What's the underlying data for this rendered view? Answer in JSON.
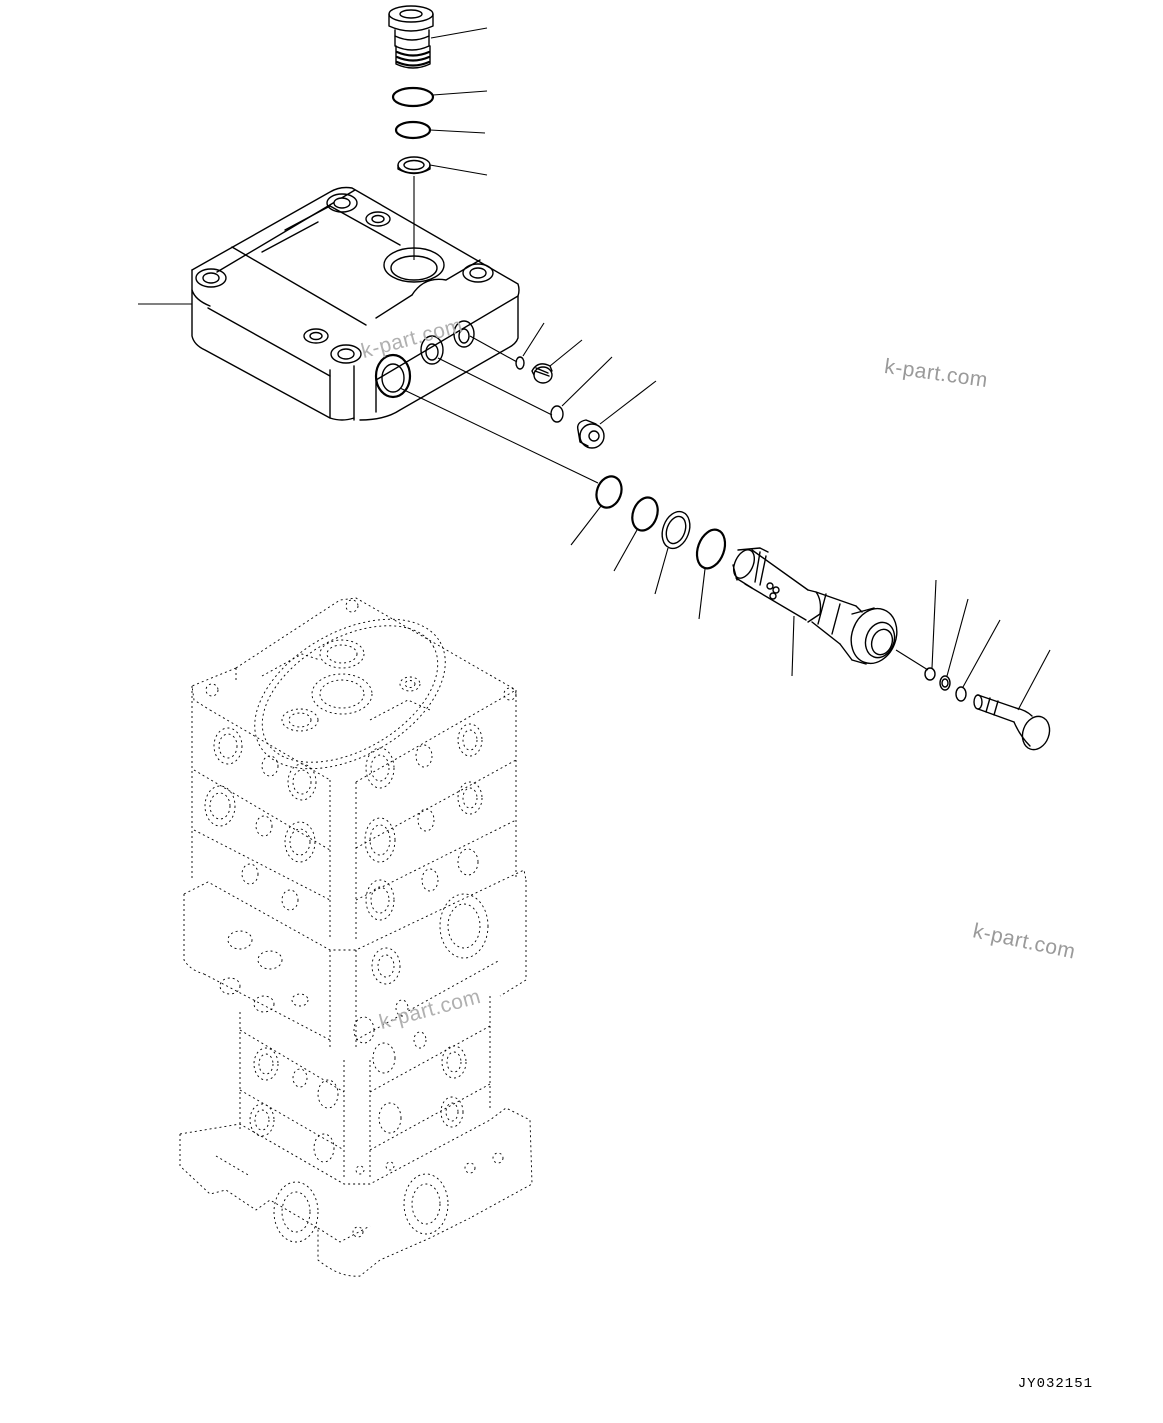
{
  "figure": {
    "code": "JY032151"
  },
  "watermarks": [
    {
      "id": "wm-1",
      "text": "k-part.com"
    },
    {
      "id": "wm-2",
      "text": "k-part.com"
    },
    {
      "id": "wm-3",
      "text": "k-part.com"
    },
    {
      "id": "wm-4",
      "text": "k-part.com"
    }
  ],
  "parts": [
    {
      "id": "plug-top",
      "icon": "plug-icon"
    },
    {
      "id": "o-ring-1",
      "icon": "o-ring-icon"
    },
    {
      "id": "o-ring-2",
      "icon": "o-ring-icon"
    },
    {
      "id": "backup-ring",
      "icon": "ring-icon"
    },
    {
      "id": "valve-case",
      "icon": "valve-case-icon"
    },
    {
      "id": "small-o-ring-1",
      "icon": "o-ring-icon"
    },
    {
      "id": "small-plug-1",
      "icon": "plug-icon"
    },
    {
      "id": "small-o-ring-2",
      "icon": "o-ring-icon"
    },
    {
      "id": "small-plug-2",
      "icon": "plug-icon"
    },
    {
      "id": "ring-a",
      "icon": "o-ring-icon"
    },
    {
      "id": "ring-b",
      "icon": "o-ring-icon"
    },
    {
      "id": "ring-c",
      "icon": "ring-icon"
    },
    {
      "id": "ring-d",
      "icon": "o-ring-icon"
    },
    {
      "id": "spool",
      "icon": "spool-icon"
    },
    {
      "id": "spool-ring-1",
      "icon": "o-ring-icon"
    },
    {
      "id": "spool-ring-2",
      "icon": "ring-icon"
    },
    {
      "id": "spool-ring-3",
      "icon": "o-ring-icon"
    },
    {
      "id": "spool-plug",
      "icon": "plug-icon"
    },
    {
      "id": "control-valve-assembly",
      "icon": "control-valve-icon"
    }
  ]
}
